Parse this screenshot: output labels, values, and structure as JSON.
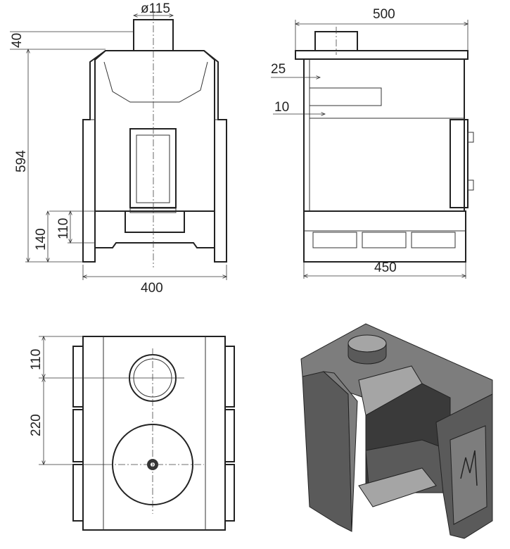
{
  "front_view": {
    "flue_diameter": "ø115",
    "top_height": "40",
    "body_height": "594",
    "base_height": "140",
    "ash_height": "110",
    "width": "400"
  },
  "side_view": {
    "depth": "500",
    "offset_top": "25",
    "offset_inner": "10",
    "base_depth": "450"
  },
  "top_view": {
    "flue_offset": "110",
    "hob_offset": "220"
  }
}
